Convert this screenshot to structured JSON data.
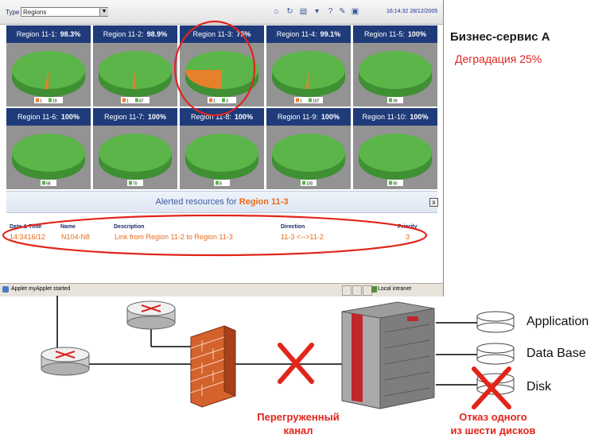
{
  "toolbar": {
    "type_label": "Type",
    "type_value": "Regions",
    "datetime": "16:14:32 28/12/2005",
    "icons": [
      "home-icon",
      "refresh-icon",
      "document-icon",
      "filter-icon",
      "help-icon",
      "pin-icon",
      "export-icon"
    ]
  },
  "regions": [
    {
      "name": "Region 11-1:",
      "value": "98.3%",
      "degradation": 0.017,
      "legend": [
        "1",
        "19"
      ]
    },
    {
      "name": "Region 11-2:",
      "value": "98.9%",
      "degradation": 0.011,
      "legend": [
        "1",
        "87"
      ]
    },
    {
      "name": "Region 11-3:",
      "value": "75%",
      "degradation": 0.25,
      "legend": [
        "1",
        "3"
      ]
    },
    {
      "name": "Region 11-4:",
      "value": "99.1%",
      "degradation": 0.009,
      "legend": [
        "1",
        "107"
      ]
    },
    {
      "name": "Region 11-5:",
      "value": "100%",
      "degradation": 0,
      "legend": [
        "39"
      ]
    },
    {
      "name": "Region 11-6:",
      "value": "100%",
      "degradation": 0,
      "legend": [
        "68"
      ]
    },
    {
      "name": "Region 11-7:",
      "value": "100%",
      "degradation": 0,
      "legend": [
        "70"
      ]
    },
    {
      "name": "Region 11-8:",
      "value": "100%",
      "degradation": 0,
      "legend": [
        "8"
      ]
    },
    {
      "name": "Region 11-9:",
      "value": "100%",
      "degradation": 0,
      "legend": [
        "100"
      ]
    },
    {
      "name": "Region 11-10:",
      "value": "100%",
      "degradation": 0,
      "legend": [
        "90"
      ]
    }
  ],
  "alert": {
    "title_prefix": "Alerted resources for",
    "region": "Region 11-3",
    "close": "x",
    "columns": [
      "Date & Time",
      "Name",
      "Description",
      "Direction",
      "Priority"
    ],
    "row": [
      "14:3416/12",
      "N104-N8",
      "Link from Region 11-2 to Region 11-3",
      "11-3 <-->11-2",
      "3"
    ]
  },
  "statusbar": {
    "text": "Applet myApplet started",
    "zone": "Local intranet"
  },
  "service": {
    "title": "Бизнес-сервис А",
    "subtitle": "Деградация 25%"
  },
  "resources": [
    "Application",
    "Data Base",
    "Disk"
  ],
  "labels": {
    "channel_line1": "Перегруженный",
    "channel_line2": "канал",
    "disk_line1": "Отказ одного",
    "disk_line2": "из шести дисков"
  },
  "colors": {
    "pie_ok": "#5bb548",
    "pie_bad": "#ee7d2a",
    "header": "#1f3b7a",
    "alert_red": "#e1251b"
  }
}
